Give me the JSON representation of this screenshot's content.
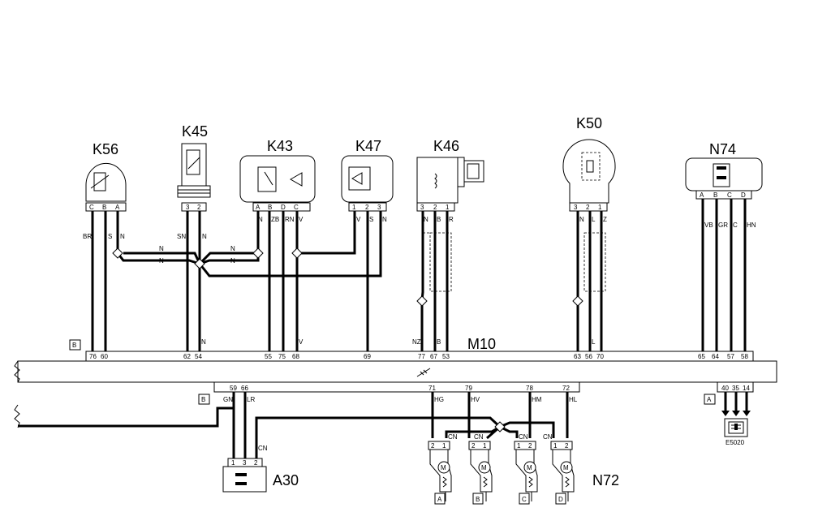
{
  "components": {
    "k56": {
      "label": "K56",
      "pins": [
        "C",
        "B",
        "A"
      ],
      "wires": [
        "BR",
        "S",
        "N"
      ]
    },
    "k45": {
      "label": "K45",
      "pins": [
        "3",
        "2"
      ],
      "wires": [
        "SN",
        "N"
      ]
    },
    "k43": {
      "label": "K43",
      "pins": [
        "A",
        "B",
        "D",
        "C"
      ],
      "wires": [
        "N",
        "ZB",
        "RN",
        "V"
      ]
    },
    "k47": {
      "label": "K47",
      "pins": [
        "1",
        "2",
        "3"
      ],
      "wires": [
        "V",
        "S",
        "N"
      ]
    },
    "k46": {
      "label": "K46",
      "pins": [
        "3",
        "2",
        "1"
      ],
      "wires": [
        "N",
        "B",
        "R"
      ]
    },
    "k50": {
      "label": "K50",
      "pins": [
        "3",
        "2",
        "1"
      ],
      "wires": [
        "N",
        "L",
        "Z"
      ]
    },
    "n74": {
      "label": "N74",
      "pins": [
        "A",
        "B",
        "C",
        "D"
      ],
      "wires": [
        "VB",
        "GR",
        "C",
        "HN"
      ]
    },
    "m10": {
      "label": "M10"
    },
    "a30": {
      "label": "A30",
      "pins": [
        "1",
        "3",
        "2"
      ]
    },
    "n72": {
      "label": "N72",
      "injectors": [
        "A",
        "B",
        "C",
        "D"
      ],
      "motor": "M",
      "pins": [
        "2",
        "1"
      ]
    },
    "e5020": {
      "label": "E5020"
    }
  },
  "harness": {
    "junction_wires": [
      "N",
      "N",
      "N",
      "N"
    ],
    "bottom_wires": [
      "N",
      "V",
      "NZ",
      "B",
      "L"
    ]
  },
  "ecu": {
    "top_connector": "B",
    "top_pins": [
      "76",
      "60",
      "62",
      "54",
      "55",
      "75",
      "68",
      "69",
      "77",
      "67",
      "53",
      "63",
      "56",
      "70",
      "65",
      "64",
      "57",
      "58"
    ],
    "bottom_connector_b": "B",
    "bottom_pins_b": [
      "59",
      "66",
      "71",
      "79",
      "78",
      "72"
    ],
    "bottom_wires_b": [
      "GN",
      "LR",
      "HG",
      "HV",
      "HM",
      "HL"
    ],
    "bottom_connector_a": "A",
    "bottom_pins_a": [
      "40",
      "35",
      "14"
    ]
  },
  "injector_wire": "CN",
  "a30_wire": "CN"
}
